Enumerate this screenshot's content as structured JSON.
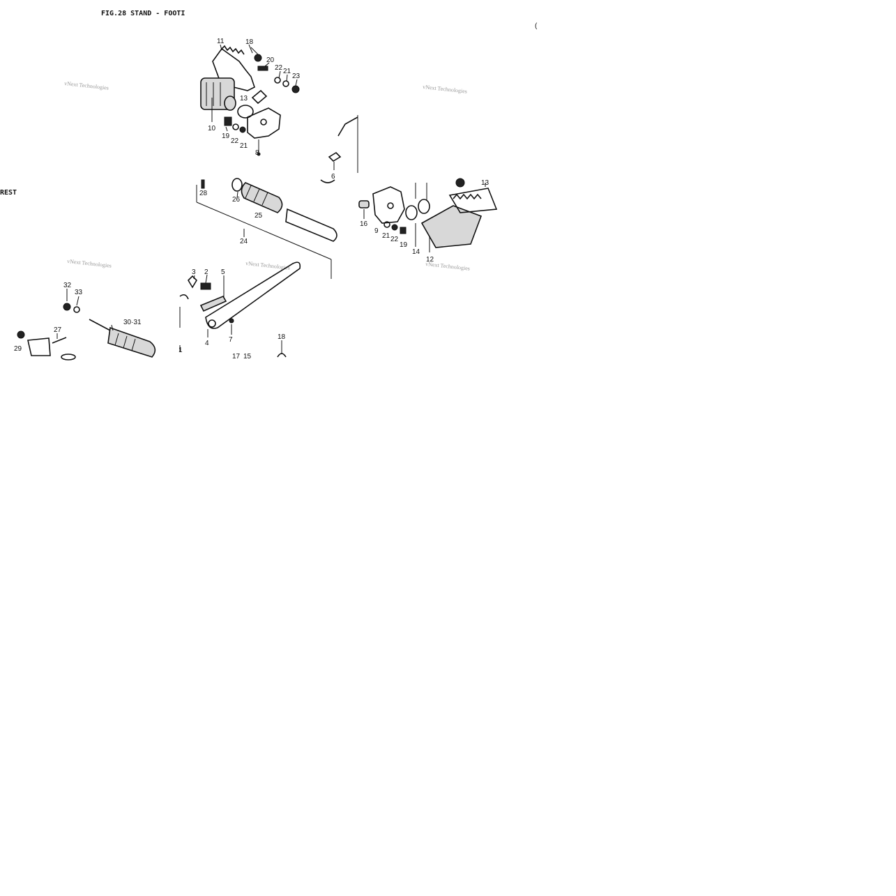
{
  "diagram": {
    "title": "FIG.28  STAND - FOOTI",
    "side_label": "REST",
    "corner_mark": "(",
    "watermark": "vNext Technologies",
    "callouts": {
      "n1": "1",
      "n2": "2",
      "n3": "3",
      "n4": "4",
      "n5": "5",
      "n6": "6",
      "n7": "7",
      "n8": "8",
      "n9": "9",
      "n10": "10",
      "n11": "11",
      "n12": "12",
      "n13": "13",
      "n14": "14",
      "n15": "15",
      "n16": "16",
      "n17": "17",
      "n18": "18",
      "n19": "19",
      "n20": "20",
      "n21": "21",
      "n22": "22",
      "n23": "23",
      "n24": "24",
      "n25": "25",
      "n26": "26",
      "n27": "27",
      "n28": "28",
      "n29": "29",
      "n30_31": "30·31",
      "n32": "32",
      "n33": "33"
    }
  }
}
